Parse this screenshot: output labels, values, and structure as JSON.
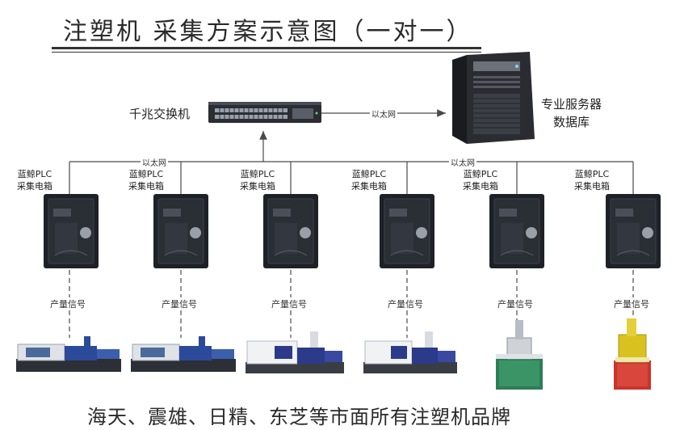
{
  "title": "注塑机 采集方案示意图（一对一）",
  "switch_label": "千兆交换机",
  "server_label_line1": "专业服务器",
  "server_label_line2": "数据库",
  "link_label_top": "以太网",
  "link_label_left": "以太网",
  "link_label_right": "以太网",
  "boxes": [
    {
      "line1": "蓝鲸PLC",
      "line2": "采集电箱",
      "signal": "产量信号"
    },
    {
      "line1": "蓝鲸PLC",
      "line2": "采集电箱",
      "signal": "产量信号"
    },
    {
      "line1": "蓝鲸PLC",
      "line2": "采集电箱",
      "signal": "产量信号"
    },
    {
      "line1": "蓝鲸PLC",
      "line2": "采集电箱",
      "signal": "产量信号"
    },
    {
      "line1": "蓝鲸PLC",
      "line2": "采集电箱",
      "signal": "产量信号"
    },
    {
      "line1": "蓝鲸PLC",
      "line2": "采集电箱",
      "signal": "产量信号"
    }
  ],
  "footer": "海天、震雄、日精、东芝等市面所有注塑机品牌",
  "colors": {
    "line": "#4a4a4a",
    "cabinet": "#1e2126",
    "machine_blue": "#2c4a9a",
    "machine_green": "#2f7d55",
    "machine_red": "#c9352b",
    "machine_yellow": "#d9c21f"
  }
}
